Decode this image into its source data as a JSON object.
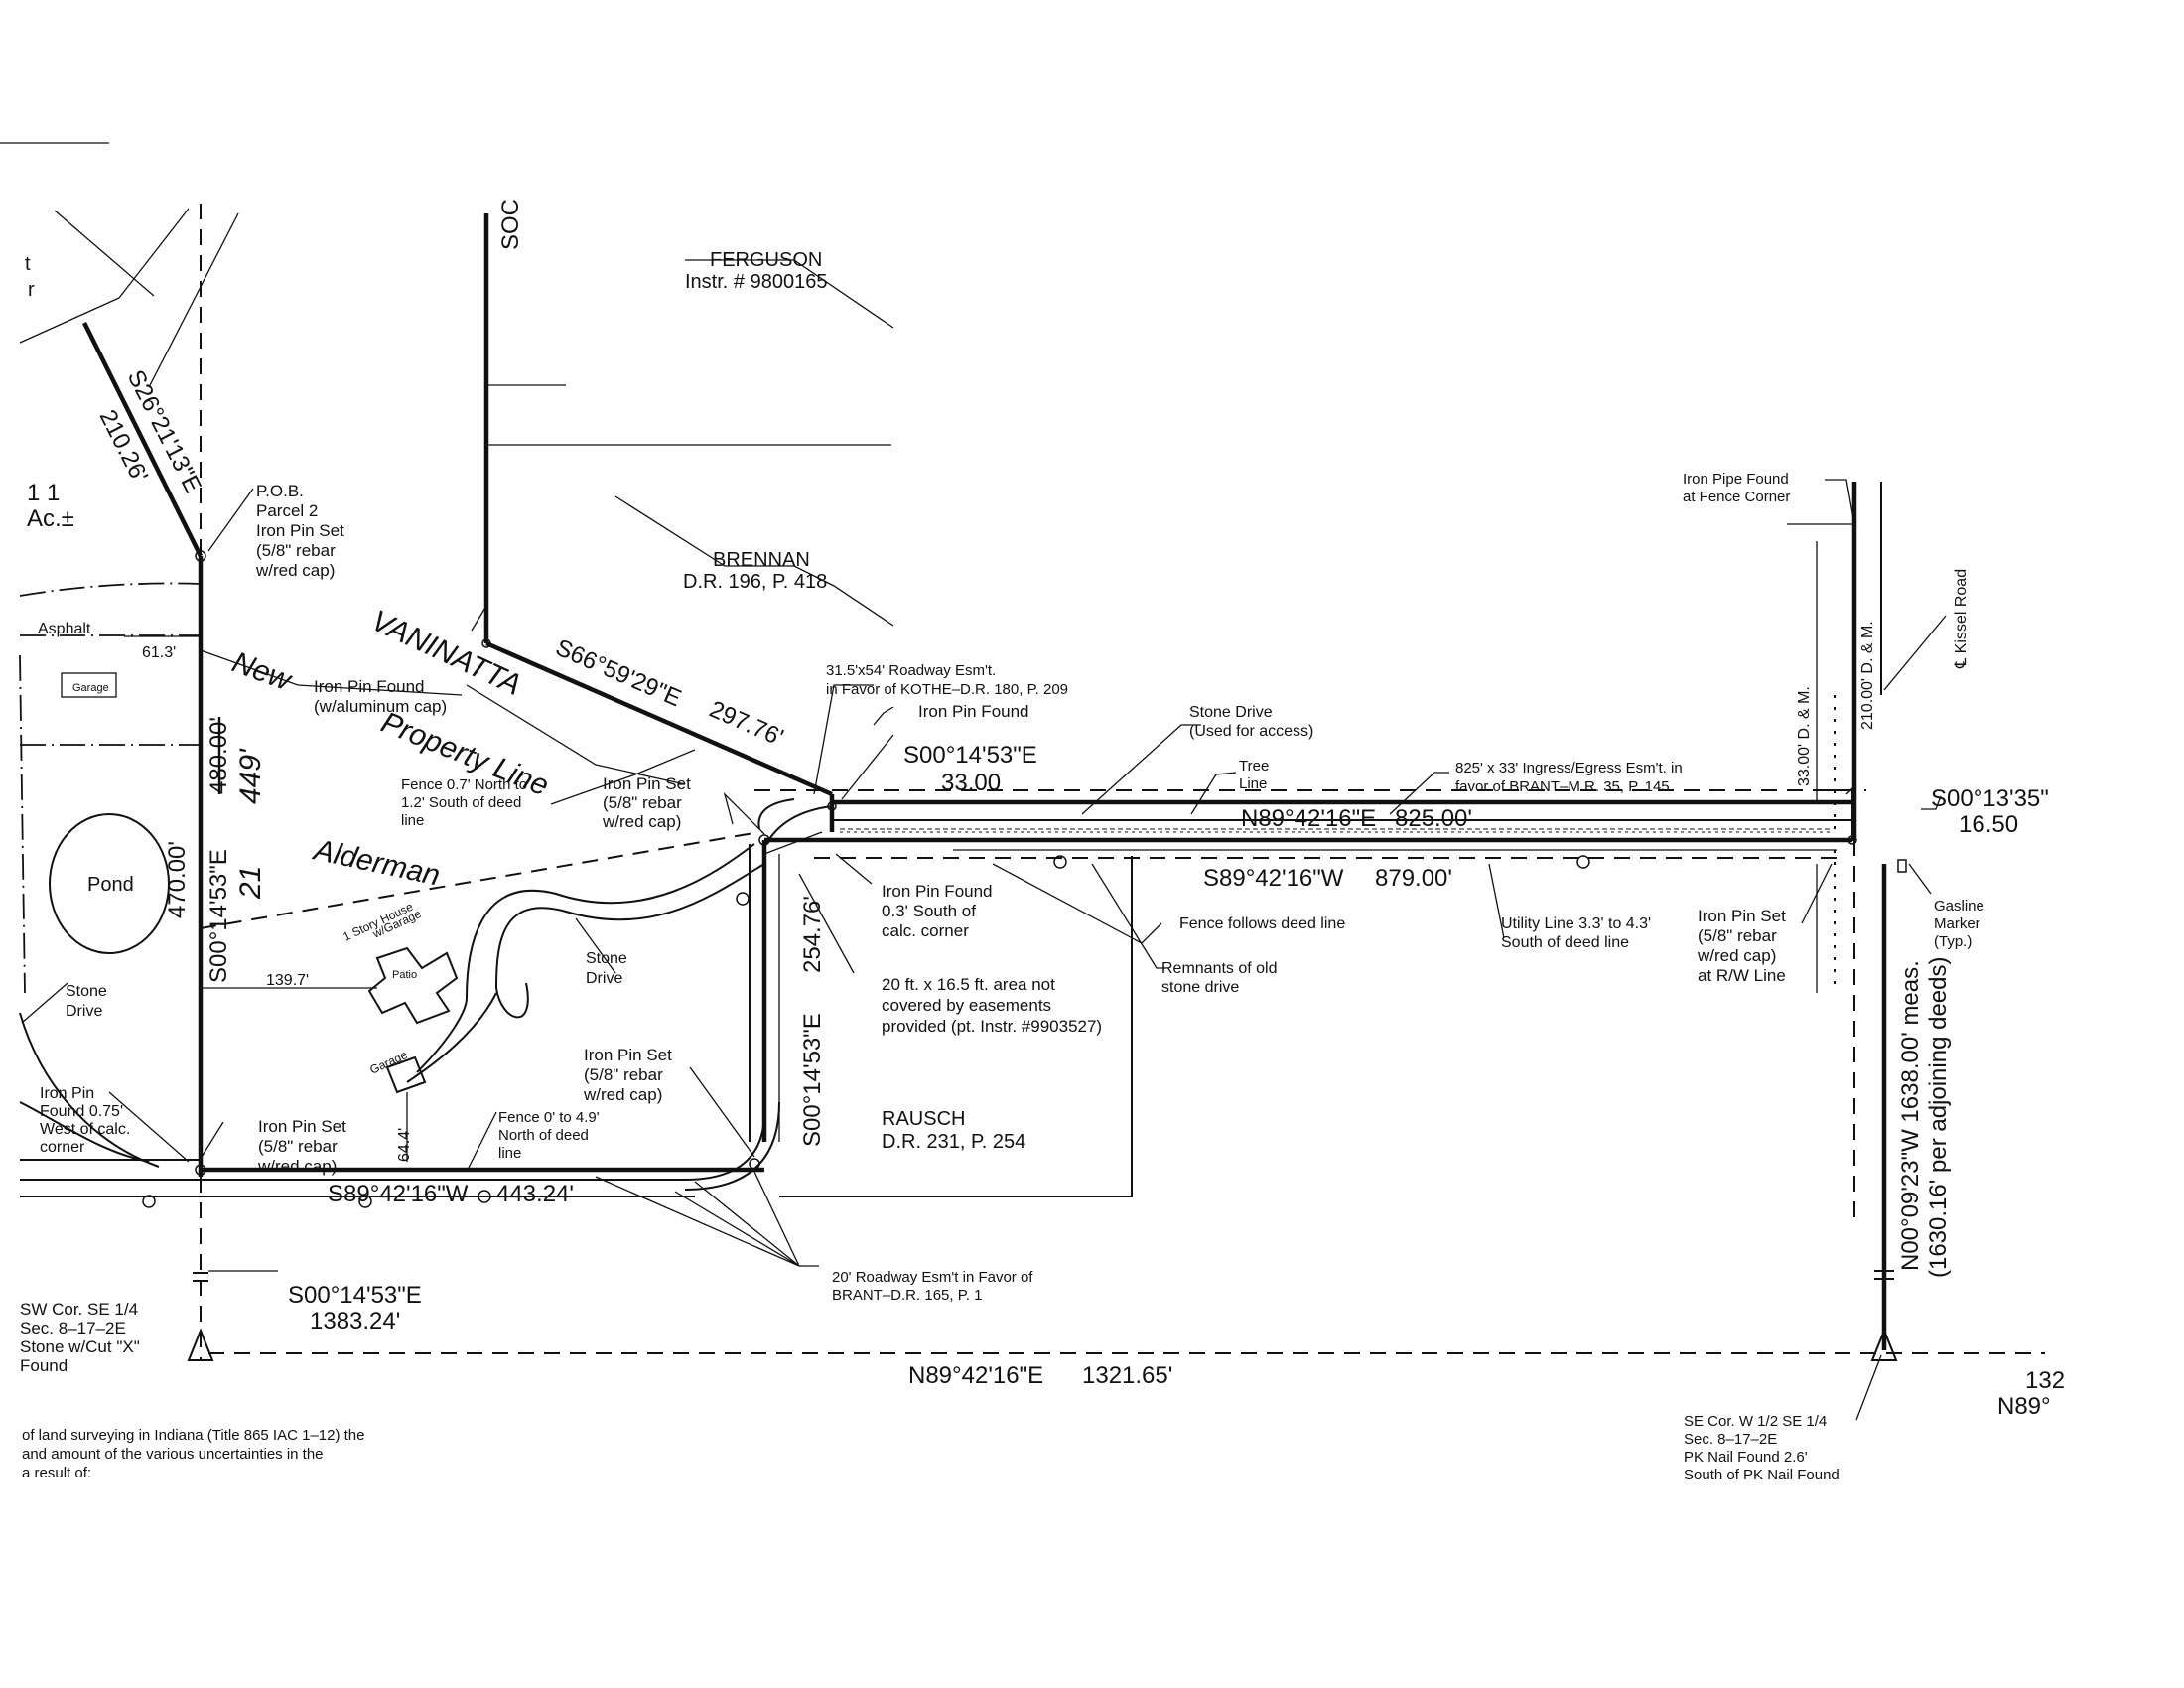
{
  "labels": {
    "soc": "SOC",
    "ferguson_name": "FERGUSON",
    "ferguson_instr": "Instr. # 9800165",
    "brennan_name": "BRENNAN",
    "brennan_dr": "D.R. 196, P. 418",
    "rausch_name": "RAUSCH",
    "rausch_dr": "D.R. 231, P. 254",
    "pond": "Pond",
    "asphalt": "Asphalt",
    "garage_w": "Garage",
    "garage_house": "Garage",
    "house_1": "1 Story House",
    "house_2": "w/Garage",
    "patio": "Patio",
    "lot_1": "1 1",
    "lot_2": "Ac.±",
    "edge_1": "t",
    "edge_2": "r",
    "kissel_road": "℄ Kissel Road",
    "stone_drive_w_1": "Stone",
    "stone_drive_w_2": "Drive",
    "stone_drive_c_1": "Stone",
    "stone_drive_c_2": "Drive"
  },
  "handwritten": {
    "vaninatta": "VANINATTA",
    "new": "New",
    "property_line": "Property Line",
    "alderman": "Alderman",
    "num_449": "449'",
    "num_21": "21"
  },
  "bearings": {
    "nw_bearing": "S26°21'13\"E",
    "nw_dist": "210.26'",
    "diag_bearing": "S66°59'29\"E",
    "diag_dist": "297.76'",
    "top_bearing": "S00°14'53\"E",
    "top_dist": "33.00",
    "north_line": "N89°42'16\"E",
    "north_line_dist": "825.00'",
    "south_line": "S89°42'16\"W",
    "south_line_dist": "879.00'",
    "east_bearing": "S00°13'35\"",
    "east_dist": "16.50",
    "west_bearing": "S00°14'53\"E",
    "west_dist": "470.00'",
    "west_old": "480.00'",
    "mid_bearing": "S00°14'53\"E",
    "mid_dist": "254.76'",
    "bottom_bearing": "S89°42'16\"W",
    "bottom_dist": "443.24'",
    "sw_bearing": "S00°14'53\"E",
    "sw_dist": "1383.24'",
    "section_line": "N89°42'16\"E",
    "section_dist": "1321.65'",
    "east_meas": "N00°09'23\"W 1638.00' meas.",
    "east_deeds": "(1630.16' per adjoining deeds)",
    "dm_33": "33.00' D. & M.",
    "dm_210": "210.00' D. & M.",
    "dim_61": "61.3'",
    "dim_139": "139.7'",
    "dim_64": "64.4'",
    "right_clip_1": "132",
    "right_clip_2": "N89°"
  },
  "notes": {
    "pob": [
      "P.O.B.",
      "Parcel 2",
      "Iron Pin Set",
      "(5/8\" rebar",
      "w/red cap)"
    ],
    "iron_found_al": [
      "Iron Pin Found",
      "(w/aluminum cap)"
    ],
    "fence_north": [
      "Fence 0.7' North to",
      "1.2' South of deed",
      "line"
    ],
    "iron_set_mid": [
      "Iron Pin Set",
      "(5/8\" rebar",
      "w/red cap)"
    ],
    "roadway_kothe": [
      "31.5'x54' Roadway Esm't.",
      "in Favor of KOTHE–D.R. 180, P. 209"
    ],
    "iron_found_top": [
      "Iron Pin Found"
    ],
    "stone_drive_access": [
      "Stone Drive",
      "(Used for access)"
    ],
    "tree_line": [
      "Tree",
      "Line"
    ],
    "ingress": [
      "825' x 33' Ingress/Egress Esm't. in",
      "favor of BRANT–M.R. 35, P. 145"
    ],
    "iron_pipe": [
      "Iron Pipe Found",
      "at Fence Corner"
    ],
    "iron_found_03": [
      "Iron Pin Found",
      "0.3' South of",
      "calc. corner"
    ],
    "area_20": [
      "20 ft. x 16.5 ft. area not",
      "covered by easements",
      "provided (pt. Instr. #9903527)"
    ],
    "fence_follows": [
      "Fence follows deed line"
    ],
    "remnants": [
      "Remnants of old",
      "stone drive"
    ],
    "utility": [
      "Utility Line 3.3' to 4.3'",
      "South of deed line"
    ],
    "iron_set_rw": [
      "Iron Pin Set",
      "(5/8\" rebar",
      "w/red cap)",
      "at R/W Line"
    ],
    "gasline": [
      "Gasline",
      "Marker",
      "(Typ.)"
    ],
    "iron_set_sc": [
      "Iron Pin Set",
      "(5/8\" rebar",
      "w/red cap)"
    ],
    "fence_0_49": [
      "Fence 0' to 4.9'",
      "North of deed",
      "line"
    ],
    "iron_found_075": [
      "Iron Pin",
      "Found 0.75'",
      "West of calc.",
      "corner"
    ],
    "iron_set_sw": [
      "Iron Pin Set",
      "(5/8\" rebar",
      "w/red cap)"
    ],
    "roadway_brant": [
      "20' Roadway Esm't in Favor of",
      "BRANT–D.R. 165, P. 1"
    ],
    "sw_corner": [
      "SW Cor. SE 1/4",
      "Sec. 8–17–2E",
      "Stone w/Cut \"X\"",
      "Found"
    ],
    "se_corner": [
      "SE Cor. W 1/2 SE 1/4",
      "Sec. 8–17–2E",
      "PK Nail Found 2.6'",
      "South of PK Nail Found"
    ],
    "footnote": [
      "of land surveying in Indiana (Title 865 IAC 1–12) the",
      "and amount of the various uncertainties in the",
      "a result of:"
    ]
  }
}
